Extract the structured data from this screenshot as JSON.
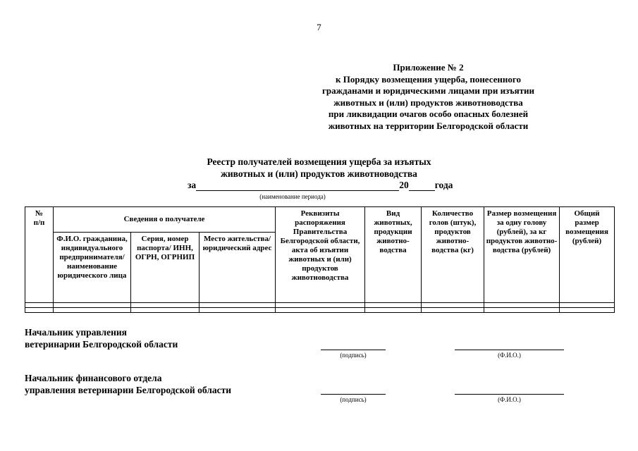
{
  "page_number": "7",
  "appendix": {
    "lines": [
      "Приложение № 2",
      "к Порядку возмещения ущерба, понесенного",
      "гражданами и юридическими лицами при изъятии",
      "животных и (или) продуктов животноводства",
      "при ликвидации очагов особо опасных болезней",
      "животных на территории Белгородской области"
    ]
  },
  "title": {
    "line1": "Реестр получателей возмещения ущерба за изъятых",
    "line2": "животных и (или) продуктов животноводства"
  },
  "period": {
    "prefix": "за",
    "century": "20",
    "suffix": "года",
    "note": "(наименование периода)"
  },
  "table": {
    "headers": {
      "num": "№\nп/п",
      "recipient_group": "Сведения о получателе",
      "fio": "Ф.И.О. гражданина, индивидуального предпринимателя/ наименование юридического лица",
      "passport": "Серия, номер паспорта/ ИНН, ОГРН, ОГРНИП",
      "address": "Место жительства/ юридический адрес",
      "requisites": "Реквизиты распоряжения Правительства Белгородской области, акта об изъятии животных и (или) продуктов животноводства",
      "kind": "Вид животных, продукции животно-водства",
      "quantity": "Количество голов (штук), продуктов животно-водства (кг)",
      "size": "Размер возмещения за одну голову (рублей), за кг продуктов животно-водства (рублей)",
      "total": "Общий размер возмещения (рублей)"
    },
    "rows": [
      [
        "",
        "",
        "",
        "",
        "",
        "",
        "",
        "",
        ""
      ],
      [
        "",
        "",
        "",
        "",
        "",
        "",
        "",
        "",
        ""
      ]
    ]
  },
  "signatures": [
    {
      "title_line1": "Начальник управления",
      "title_line2": "ветеринарии Белгородской области",
      "sign_label": "(подпись)",
      "name_label": "(Ф.И.О.)"
    },
    {
      "title_line1": "Начальник финансового отдела",
      "title_line2": "управления ветеринарии Белгородской области",
      "sign_label": "(подпись)",
      "name_label": "(Ф.И.О.)"
    }
  ]
}
